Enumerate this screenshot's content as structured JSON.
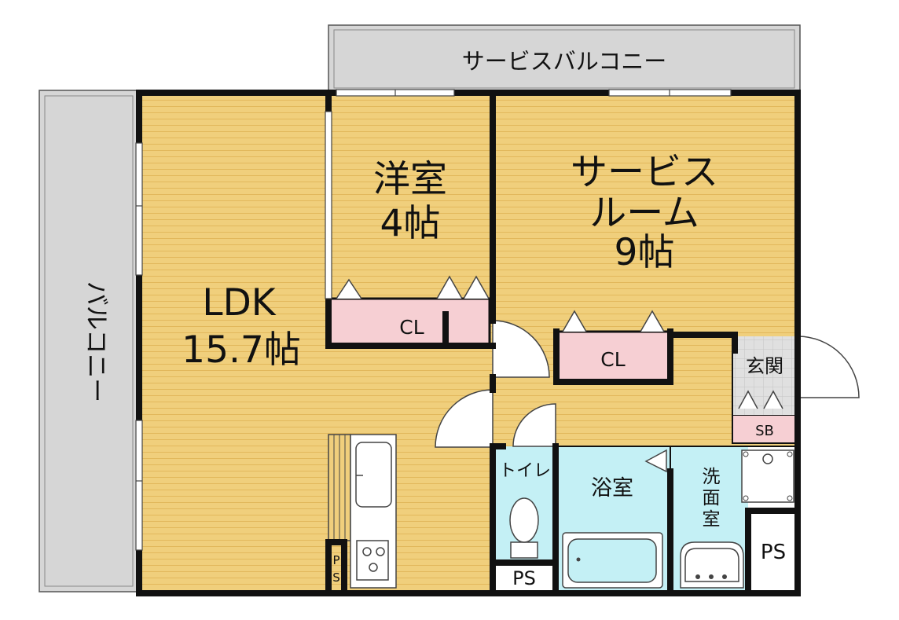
{
  "rooms": {
    "service_balcony": "サービスバルコニー",
    "balcony": "バルコニー",
    "ldk_name": "LDK",
    "ldk_size": "15.7帖",
    "western_name": "洋室",
    "western_size": "4帖",
    "service_room_line1": "サービス",
    "service_room_line2": "ルーム",
    "service_room_size": "9帖",
    "closet_western": "CL",
    "closet_service": "CL",
    "entrance": "玄関",
    "shoe_box": "SB",
    "toilet": "トイレ",
    "bath": "浴室",
    "washroom_chars": [
      "洗",
      "面",
      "室"
    ],
    "ps_toilet": "PS",
    "ps_right": "PS",
    "ps_kitchen_chars": [
      "P",
      "S"
    ]
  },
  "colors": {
    "floor_wood": "#f0cf7c",
    "floor_line": "#e2b85c",
    "balcony_gray": "#d6d6d6",
    "closet_pink": "#f6cfd3",
    "wet_area_cyan": "#c4f0f5",
    "entrance_tile": "#e0e0e0",
    "wall": "#111111"
  }
}
